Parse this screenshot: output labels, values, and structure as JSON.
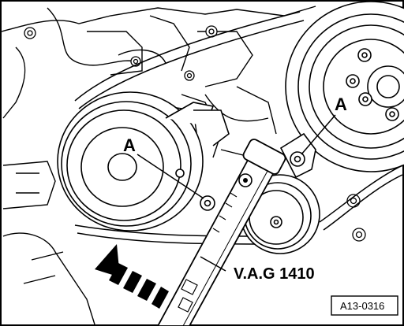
{
  "callouts": {
    "bolt_left": "A",
    "bolt_right": "A"
  },
  "tool_label": "V.A.G 1410",
  "figure_id": "A13-0316"
}
